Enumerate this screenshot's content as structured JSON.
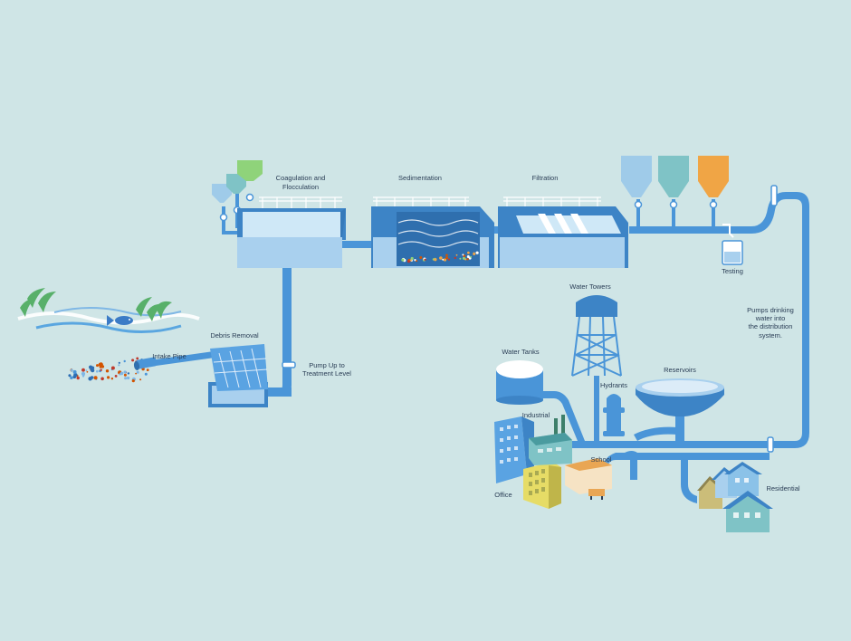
{
  "labels": {
    "coagulation_line1": "Coagulation and",
    "coagulation_line2": "Flocculation",
    "sedimentation": "Sedimentation",
    "filtration": "Filtration",
    "debris_removal": "Debris Removal",
    "intake_pipe": "Intake Pipe",
    "pump_up_line1": "Pump Up to",
    "pump_up_line2": "Treatment Level",
    "testing": "Testing",
    "pumps_line1": "Pumps drinking",
    "pumps_line2": "water into",
    "pumps_line3": "the distribution",
    "pumps_line4": "system.",
    "water_towers": "Water Towers",
    "water_tanks": "Water Tanks",
    "hydrants": "Hydrants",
    "reservoirs": "Reservoirs",
    "industrial": "Industrial",
    "school": "School",
    "office": "Office",
    "residential": "Residential"
  },
  "colors": {
    "background": "#cfe5e6",
    "pipe": "#4a95d8",
    "tank_light": "#a9d0ee",
    "tank_dark": "#3d84c6",
    "hopper_green": "#8fd37a",
    "hopper_teal": "#7fc3c6",
    "hopper_orange": "#f0a545",
    "text": "#2a3d55"
  }
}
